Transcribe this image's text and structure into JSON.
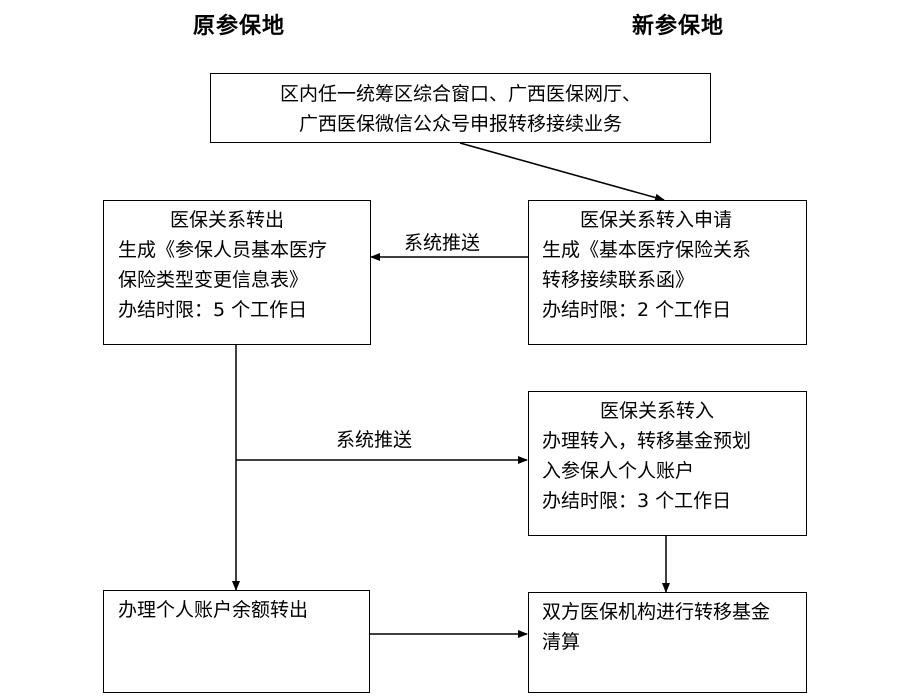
{
  "headers": {
    "original": "原参保地",
    "new": "新参保地"
  },
  "boxes": {
    "apply_channel": {
      "lines": [
        "区内任一统筹区综合窗口、广西医保网厅、",
        "广西医保微信公众号申报转移接续业务"
      ]
    },
    "transfer_out": {
      "lines": [
        "医保关系转出",
        "生成《参保人员基本医疗",
        "保险类型变更信息表》",
        "办结时限：5 个工作日"
      ]
    },
    "transfer_in_apply": {
      "lines": [
        "医保关系转入申请",
        "生成《基本医疗保险关系",
        "转移接续联系函》",
        "办结时限：2 个工作日"
      ]
    },
    "transfer_in": {
      "lines": [
        "医保关系转入",
        "办理转入，转移基金预划",
        "入参保人个人账户",
        "办结时限：3 个工作日"
      ]
    },
    "account_out": {
      "lines": [
        "办理个人账户余额转出"
      ]
    },
    "fund_settle": {
      "lines": [
        "双方医保机构进行转移基金",
        "清算"
      ]
    }
  },
  "edge_labels": {
    "push_1": "系统推送",
    "push_2": "系统推送"
  }
}
